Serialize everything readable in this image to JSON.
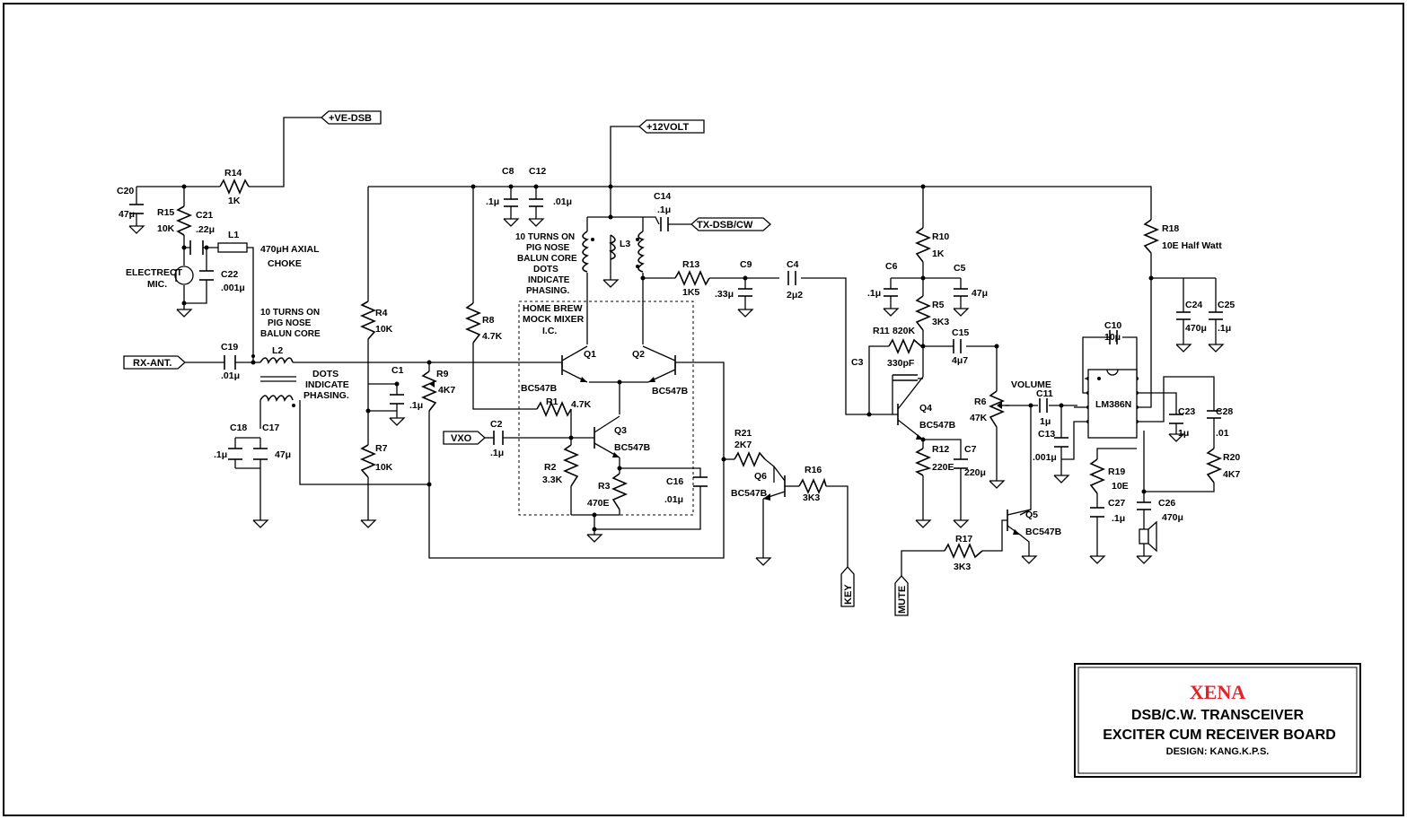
{
  "nets": {
    "ve_dsb": "+VE-DSB",
    "v12": "+12VOLT",
    "tx": "TX-DSB/CW",
    "rx": "RX-ANT.",
    "vxo": "VXO",
    "key": "KEY",
    "mute": "MUTE"
  },
  "notes": {
    "l1_choke_1": "470μH AXIAL",
    "l1_choke_2": "CHOKE",
    "mic_1": "ELECTRECT",
    "mic_2": "MIC.",
    "l2_1": "10 TURNS ON",
    "l2_2": "PIG NOSE",
    "l2_3": "BALUN CORE",
    "dots_1": "DOTS",
    "dots_2": "INDICATE",
    "dots_3": "PHASING.",
    "l3_1": "10 TURNS ON",
    "l3_2": "PIG NOSE",
    "l3_3": "BALUN CORE",
    "l3_4": "DOTS",
    "l3_5": "INDICATE",
    "l3_6": "PHASING.",
    "mixer_1": "HOME BREW",
    "mixer_2": "MOCK MIXER",
    "mixer_3": "I.C.",
    "volume": "VOLUME",
    "ic": "LM386N"
  },
  "parts": {
    "R14": [
      "R14",
      "1K"
    ],
    "R15": [
      "R15",
      "10K"
    ],
    "R4": [
      "R4",
      "10K"
    ],
    "R7": [
      "R7",
      "10K"
    ],
    "R8": [
      "R8",
      "4.7K"
    ],
    "R9": [
      "R9",
      "4K7"
    ],
    "R1": [
      "R1",
      "4.7K"
    ],
    "R2": [
      "R2",
      "3.3K"
    ],
    "R3": [
      "R3",
      "470E"
    ],
    "R13": [
      "R13",
      "1K5"
    ],
    "R21": [
      "R21",
      "2K7"
    ],
    "R16": [
      "R16",
      "3K3"
    ],
    "R10": [
      "R10",
      "1K"
    ],
    "R5": [
      "R5",
      "3K3"
    ],
    "R11": [
      "R11",
      "820K"
    ],
    "R12": [
      "R12",
      "220E"
    ],
    "R6": [
      "R6",
      "47K"
    ],
    "R17": [
      "R17",
      "3K3"
    ],
    "R18": [
      "R18",
      "10E Half Watt"
    ],
    "R19": [
      "R19",
      "10E"
    ],
    "R20": [
      "R20",
      "4K7"
    ],
    "C20": [
      "C20",
      "47μ"
    ],
    "C21": [
      "C21",
      ".22μ"
    ],
    "C22": [
      "C22",
      ".001μ"
    ],
    "C19": [
      "C19",
      ".01μ"
    ],
    "C18": [
      "C18",
      ".1μ"
    ],
    "C17": [
      "C17",
      "47μ"
    ],
    "C1": [
      "C1",
      ".1μ"
    ],
    "C8": [
      "C8",
      ".1μ"
    ],
    "C12": [
      "C12",
      ".01μ"
    ],
    "C14": [
      "C14",
      ".1μ"
    ],
    "C2": [
      "C2",
      ".1μ"
    ],
    "C16": [
      "C16",
      ".01μ"
    ],
    "C9": [
      "C9",
      ".33μ"
    ],
    "C4": [
      "C4",
      "2μ2"
    ],
    "C6": [
      "C6",
      ".1μ"
    ],
    "C5": [
      "C5",
      "47μ"
    ],
    "C3": [
      "C3",
      "330pF"
    ],
    "C15": [
      "C15",
      "4μ7"
    ],
    "C7": [
      "C7",
      "220μ"
    ],
    "C11": [
      "C11",
      "1μ"
    ],
    "C13": [
      "C13",
      ".001μ"
    ],
    "C10": [
      "C10",
      "10μ"
    ],
    "C24": [
      "C24",
      "470μ"
    ],
    "C25": [
      "C25",
      ".1μ"
    ],
    "C23": [
      "C23",
      "1μ"
    ],
    "C28": [
      "C28",
      ".01"
    ],
    "C27": [
      "C27",
      ".1μ"
    ],
    "C26": [
      "C26",
      "470μ"
    ],
    "Q1": [
      "Q1",
      "BC547B"
    ],
    "Q2": [
      "Q2",
      "BC547B"
    ],
    "Q3": [
      "Q3",
      "BC547B"
    ],
    "Q4": [
      "Q4",
      "BC547B"
    ],
    "Q5": [
      "Q5",
      "BC547B"
    ],
    "Q6": [
      "Q6",
      "BC547B"
    ],
    "L1": [
      "L1"
    ],
    "L2": [
      "L2"
    ],
    "L3": [
      "L3"
    ]
  },
  "title_block": {
    "brand": "XENA",
    "line1": "DSB/C.W. TRANSCEIVER",
    "line2": "EXCITER CUM RECEIVER BOARD",
    "line3": "DESIGN: KANG.K.P.S."
  }
}
